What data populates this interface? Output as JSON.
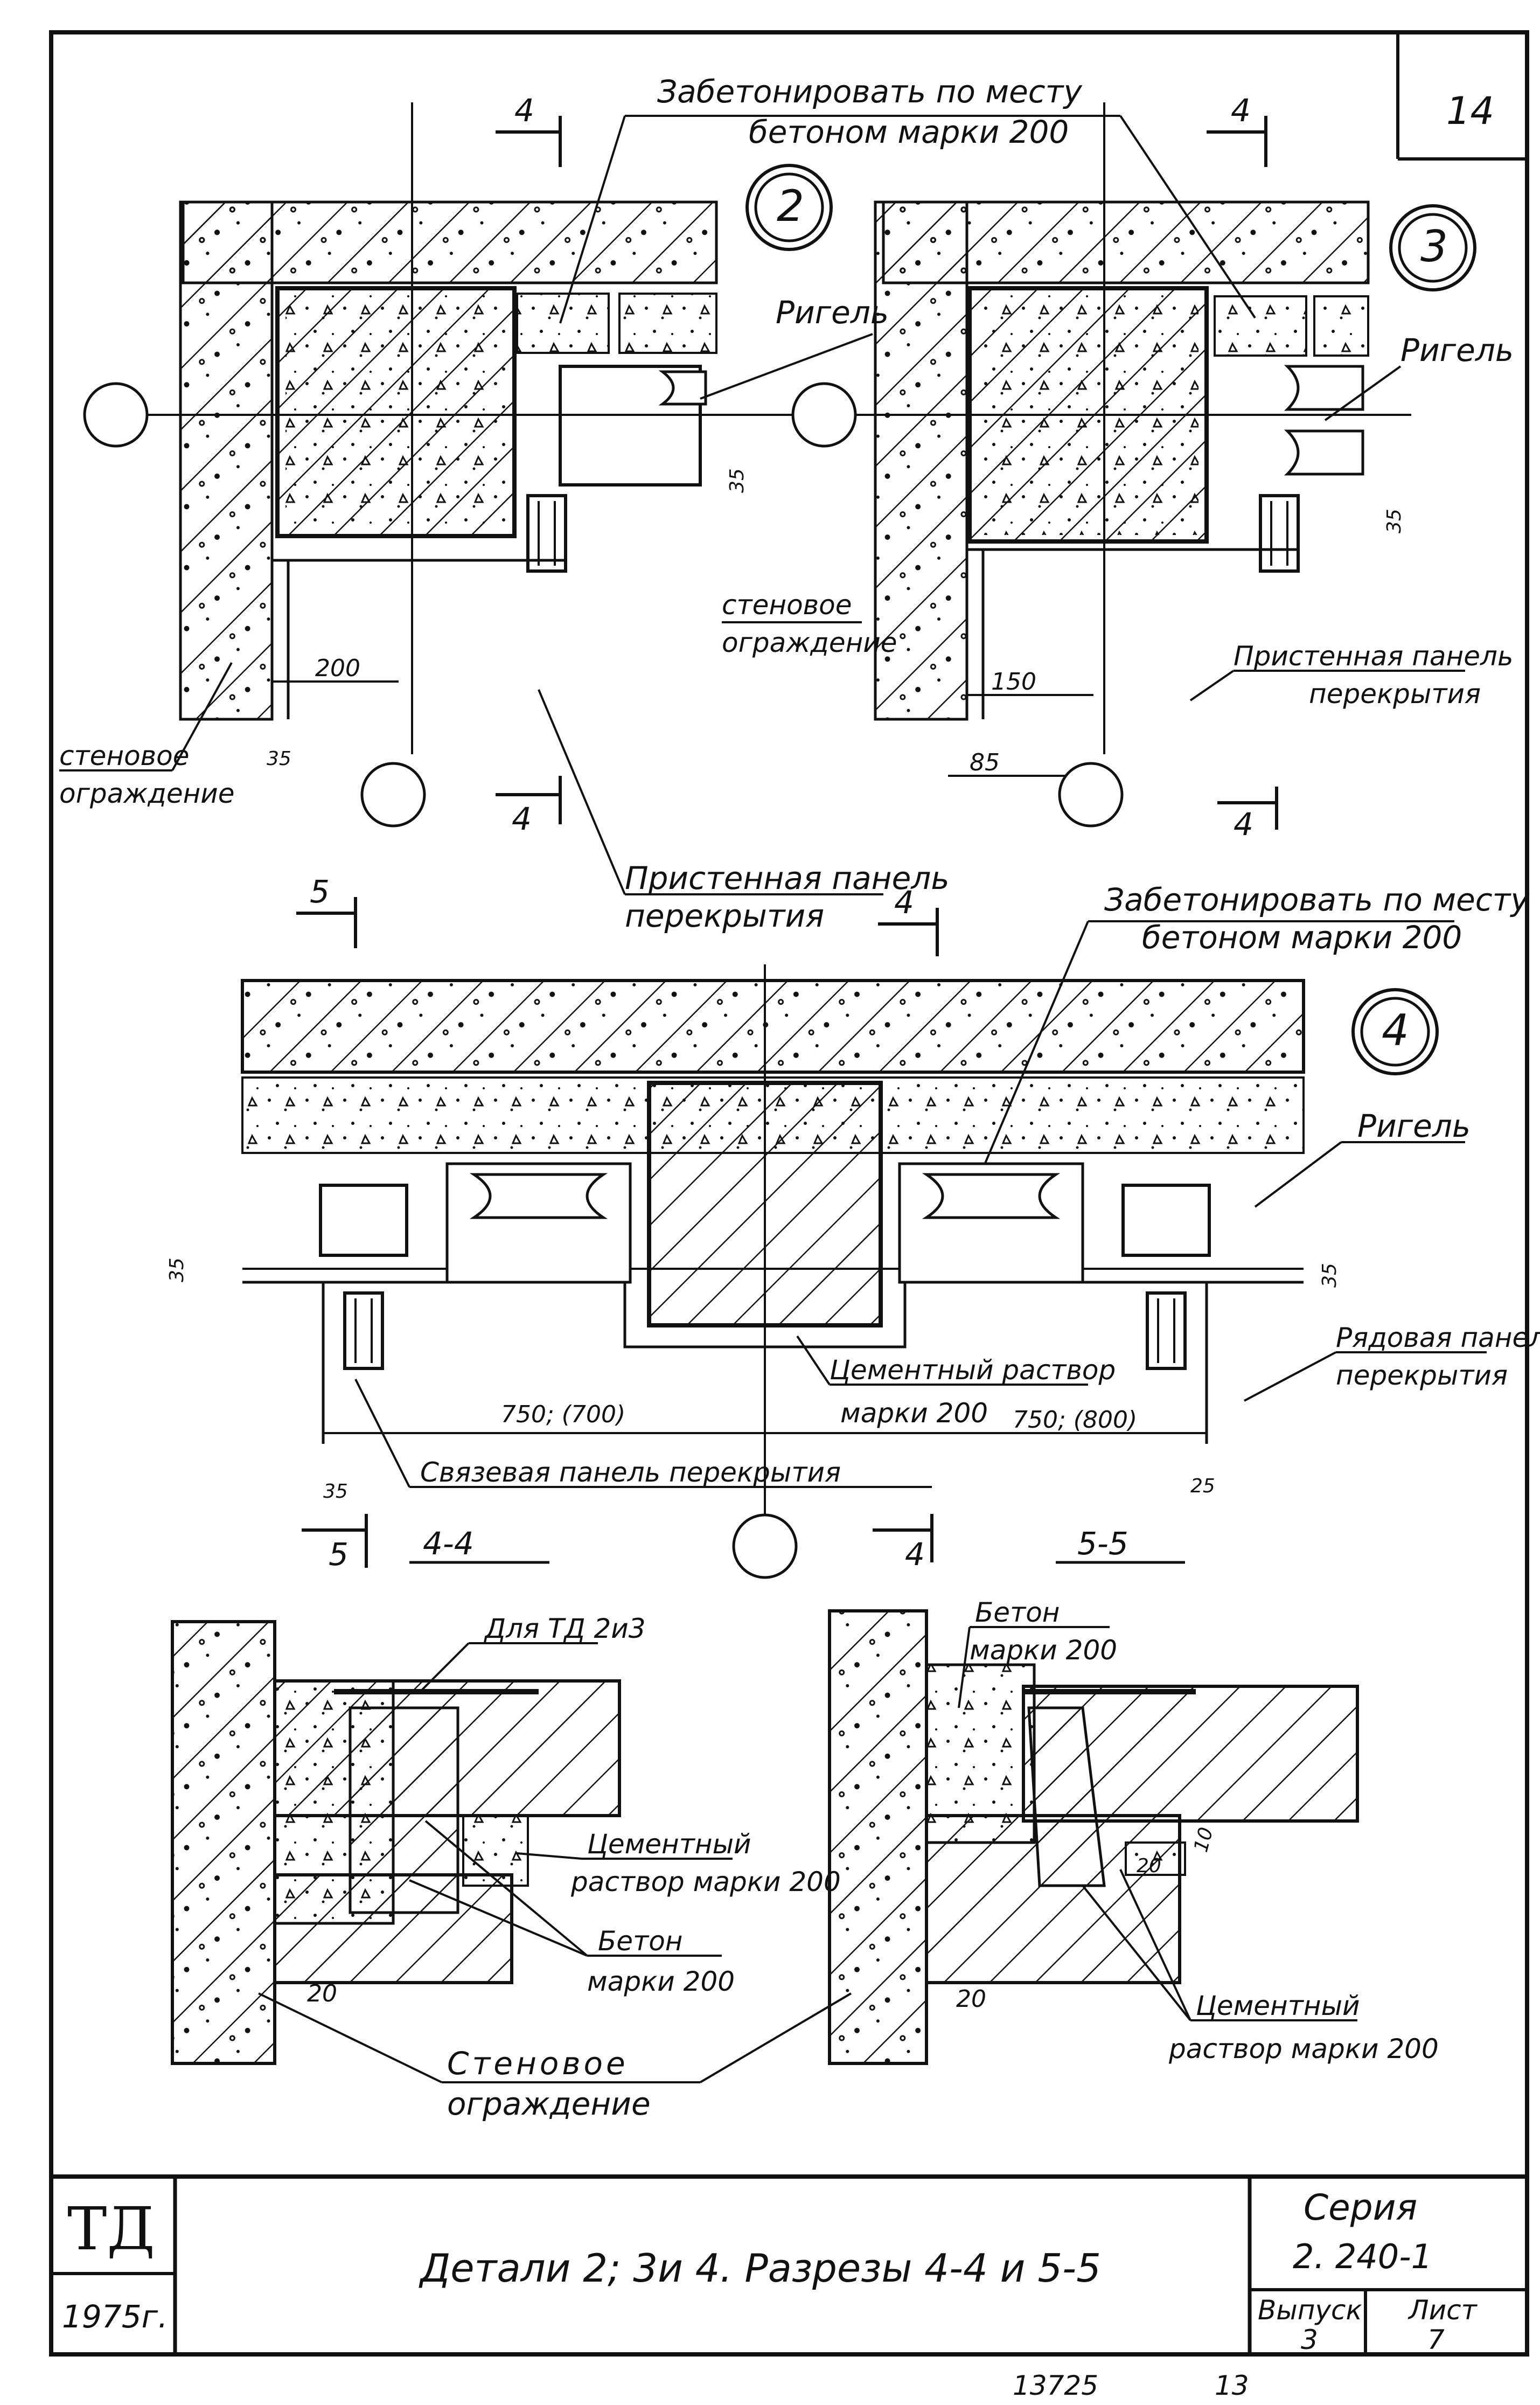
{
  "sheet": {
    "page_number": "14",
    "stamp_top": "ТД",
    "stamp_year": "1975г.",
    "title": "Детали 2; 3и 4.  Разрезы 4-4 и 5-5",
    "series_label": "Серия",
    "series_value": "2. 240-1",
    "issue_label": "Выпуск",
    "issue_value": "3",
    "sheet_label": "Лист",
    "sheet_value": "7",
    "bottom_code": "13725",
    "bottom_num": "13"
  },
  "detail_top": {
    "callout": "Забетонировать по месту",
    "callout_line2": "бетоном марки 200",
    "detail2_mark": "2",
    "detail3_mark": "3",
    "section4": "4",
    "rigel_a": "Ригель",
    "rigel_b": "Ригель",
    "wall_a_1": "стеновое",
    "wall_a_2": "ограждение",
    "wall_b_1": "стеновое",
    "wall_b_2": "ограждение",
    "panel_b_1": "Пристенная панель",
    "panel_b_2": "перекрытия",
    "dim_200": "200",
    "dim_35a": "35",
    "dim_35b": "35",
    "dim_35c": "35",
    "dim_150": "150",
    "dim_85": "85"
  },
  "detail_mid": {
    "panel_1": "Пристенная панель",
    "panel_2": "перекрытия",
    "callout_1": "Забетонировать по месту",
    "callout_2": "бетоном марки 200",
    "mark4": "4",
    "section5": "5",
    "section4": "4",
    "rigel": "Ригель",
    "row_panel_1": "Рядовая панель",
    "row_panel_2": "перекрытия",
    "cement_1": "Цементный раствор",
    "cement_2": "марки 200",
    "dim_left": "750; (700)",
    "dim_right": "750; (800)",
    "link_panel": "Связевая панель перекрытия",
    "dim_35l": "35",
    "dim_35r": "35",
    "dim_35_bottom": "35",
    "dim_25": "25",
    "sec_44": "4-4",
    "sec_55": "5-5"
  },
  "detail_bottom": {
    "for_td": "Для ТД 2и3",
    "cement_a_1": "Цементный",
    "cement_a_2": "раствор марки 200",
    "concrete_a_1": "Бетон",
    "concrete_a_2": "марки 200",
    "wall_1": "Стеновое",
    "wall_2": "ограждение",
    "dim_20a": "20",
    "dim_20b": "20",
    "concrete_b_1": "Бетон",
    "concrete_b_2": "марки 200",
    "cement_b_1": "Цементный",
    "cement_b_2": "раствор марки 200",
    "dim_10": "10",
    "dim_20c": "20"
  }
}
